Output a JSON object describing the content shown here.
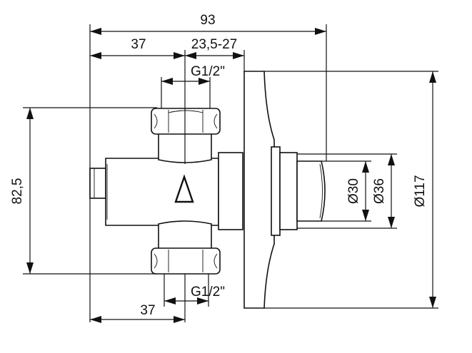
{
  "dimensions": {
    "overall_width": "93",
    "left_width_top": "37",
    "flange_offset": "23,5-27",
    "thread_top": "G1/2\"",
    "thread_bottom": "G1/2\"",
    "left_width_bottom": "37",
    "height": "82,5",
    "dia_small": "Ø30",
    "dia_mid": "Ø36",
    "dia_large": "Ø117"
  },
  "marks": {
    "direction_symbol": "triangle"
  }
}
